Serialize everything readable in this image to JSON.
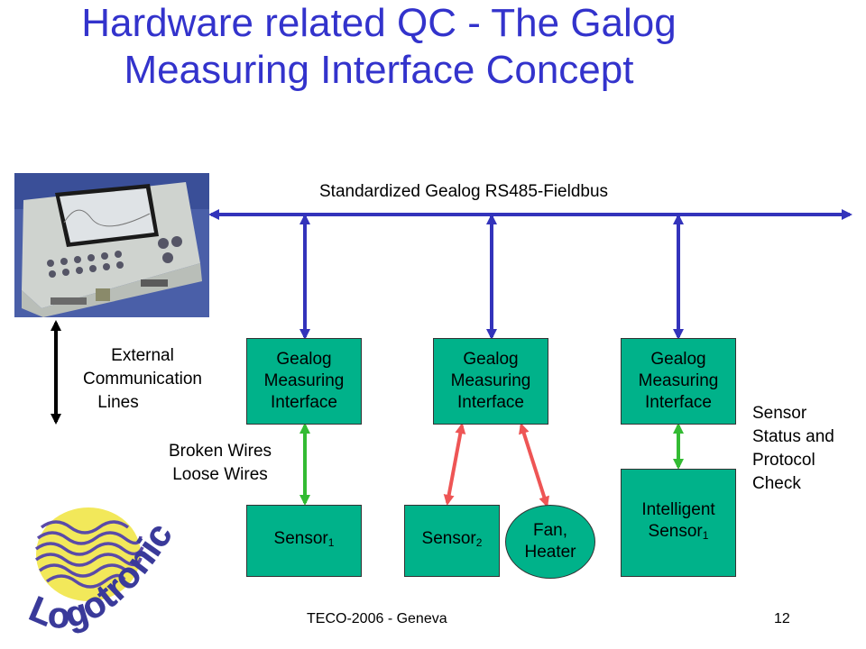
{
  "title": {
    "line1": "Hardware related QC - The Galog",
    "line2": "Measuring Interface Concept"
  },
  "bus_label": "Standardized Gealog RS485-Fieldbus",
  "interfaces": [
    {
      "line1": "Gealog",
      "line2": "Measuring",
      "line3": "Interface"
    },
    {
      "line1": "Gealog",
      "line2": "Measuring",
      "line3": "Interface"
    },
    {
      "line1": "Gealog",
      "line2": "Measuring",
      "line3": "Interface"
    }
  ],
  "sensor1": {
    "text": "Sensor",
    "sub": "1"
  },
  "sensor2": {
    "text": "Sensor",
    "sub": "2"
  },
  "fan": {
    "line1": "Fan,",
    "line2": "Heater"
  },
  "intelligent": {
    "line1": "Intelligent",
    "line2": "Sensor",
    "sub": "1"
  },
  "external": {
    "line1": "External",
    "line2": "Communication",
    "line3": "Lines"
  },
  "broken": {
    "line1": "Broken Wires",
    "line2": "Loose Wires"
  },
  "status": {
    "line1": "Sensor",
    "line2": "Status and",
    "line3": "Protocol",
    "line4": "Check"
  },
  "logo_text": "Logotronic",
  "footer": "TECO-2006 - Geneva",
  "page_number": "12",
  "colors": {
    "title": "#3333cc",
    "bus": "#3333bb",
    "box": "#00b28a",
    "green_link": "#33bb33",
    "red_link": "#ee5555"
  }
}
